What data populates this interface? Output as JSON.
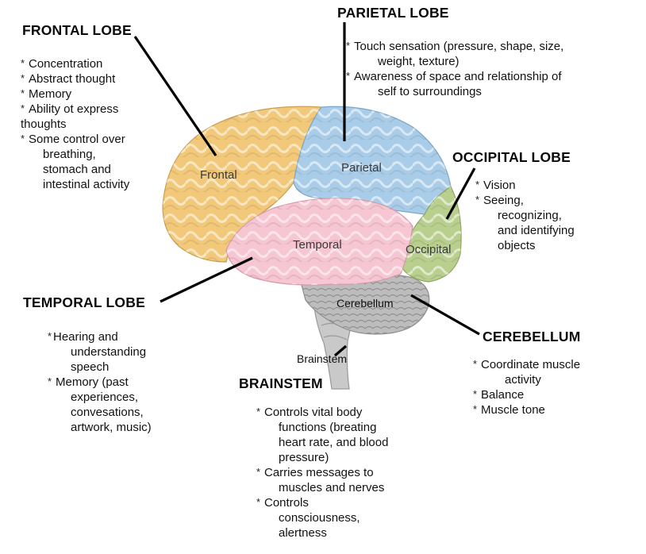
{
  "regions": {
    "frontal": "Frontal",
    "parietal": "Parietal",
    "temporal": "Temporal",
    "occipital": "Occipital",
    "cerebellum": "Cerebellum",
    "brainstem": "Brainstem"
  },
  "frontal_lobe": {
    "title": "FRONTAL LOBE",
    "items": [
      [
        "Concentration"
      ],
      [
        "Abstract thought"
      ],
      [
        "Memory"
      ],
      [
        "Ability ot express",
        "thoughts"
      ],
      [
        "Some control over",
        "breathing,",
        "stomach and",
        "intestinal activity"
      ]
    ]
  },
  "parietal_lobe": {
    "title": "PARIETAL LOBE",
    "items": [
      [
        "Touch sensation (pressure, shape, size,",
        "weight, texture)"
      ],
      [
        "Awareness of space and relationship of",
        "self to surroundings"
      ]
    ]
  },
  "occipital_lobe": {
    "title": "OCCIPITAL LOBE",
    "items": [
      [
        "Vision"
      ],
      [
        "Seeing,",
        "recognizing,",
        "and identifying",
        "objects"
      ]
    ]
  },
  "temporal_lobe": {
    "title": "TEMPORAL LOBE",
    "items": [
      [
        "Hearing and",
        "understanding",
        "speech"
      ],
      [
        "Memory (past",
        "experiences,",
        "convesations,",
        "artwork, music)"
      ]
    ]
  },
  "cerebellum": {
    "title": "CEREBELLUM",
    "items": [
      [
        "Coordinate muscle",
        "activity"
      ],
      [
        "Balance"
      ],
      [
        "Muscle tone"
      ]
    ]
  },
  "brainstem": {
    "title": "BRAINSTEM",
    "items": [
      [
        "Controls vital body",
        "functions (breating",
        "heart rate, and blood",
        "pressure)"
      ],
      [
        "Carries messages to",
        "muscles and nerves"
      ],
      [
        "Controls",
        "consciousness,",
        "alertness"
      ]
    ]
  },
  "colors": {
    "frontal": "#f2c97a",
    "parietal": "#a9cde8",
    "temporal": "#f6c6d2",
    "occipital": "#b9cf8e",
    "cerebellum": "#bdbdbd",
    "brainstem": "#c9c9c9"
  }
}
